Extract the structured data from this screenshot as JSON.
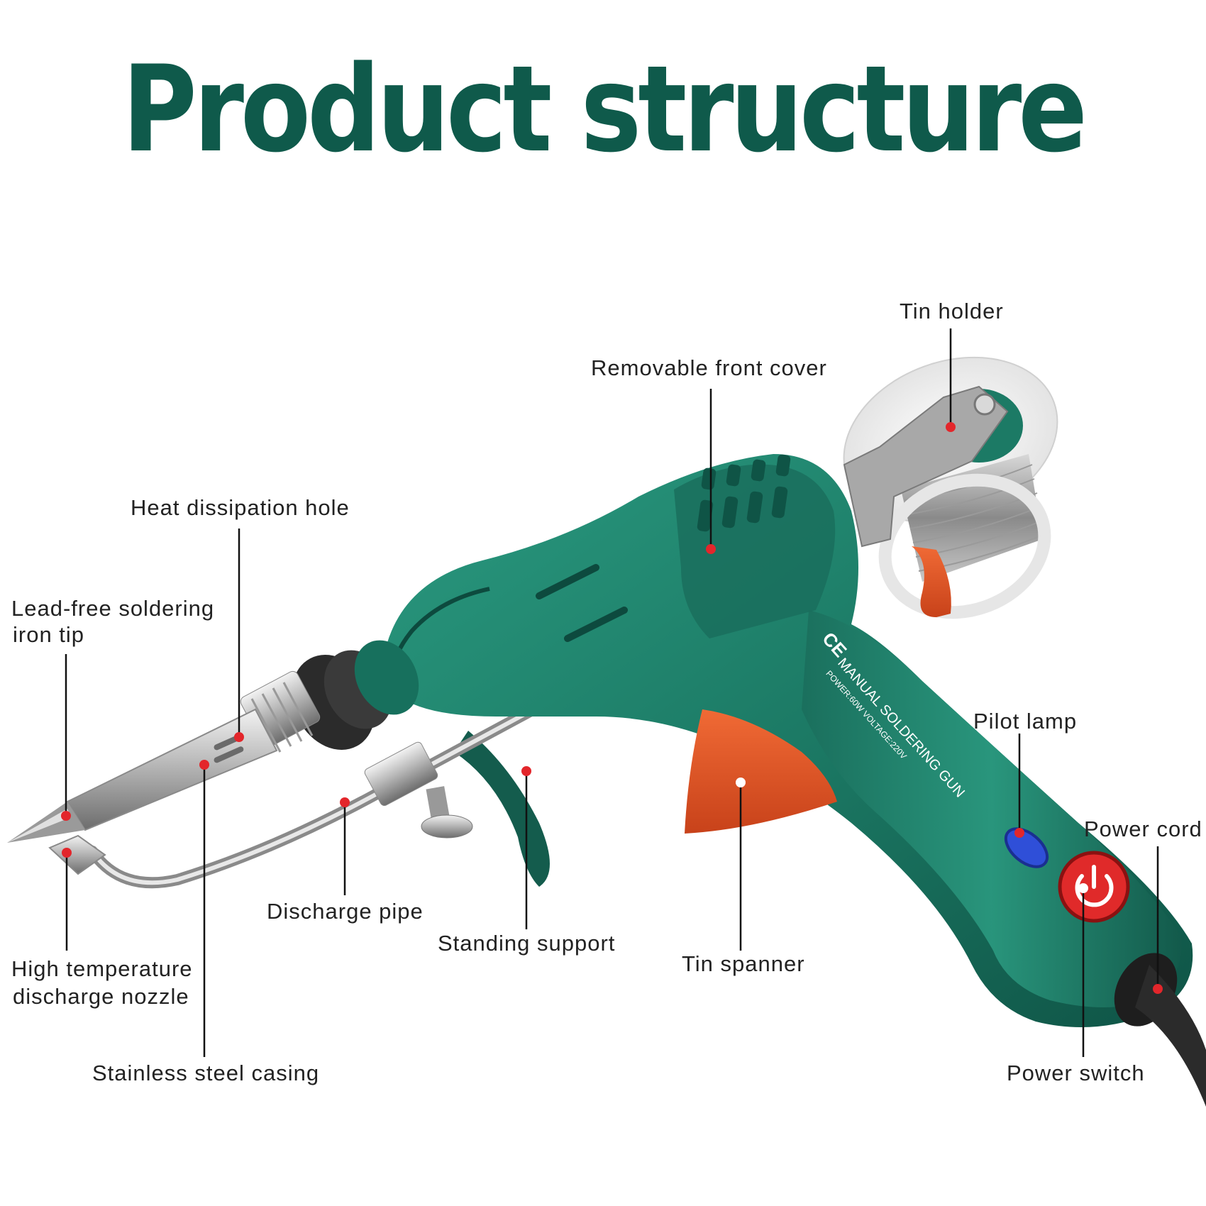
{
  "title": "Product structure",
  "product_marking": {
    "line1": "MANUAL SOLDERING GUN",
    "line2": "POWER:60W VOLTAGE:220V"
  },
  "callouts": {
    "tin_holder": "Tin holder",
    "removable_front_cover": "Removable front cover",
    "heat_dissipation_hole": "Heat dissipation hole",
    "lead_free_tip_line1": "Lead-free soldering",
    "lead_free_tip_line2": "iron tip",
    "pilot_lamp": "Pilot lamp",
    "power_cord": "Power cord",
    "discharge_pipe": "Discharge pipe",
    "standing_support": "Standing support",
    "tin_spanner": "Tin spanner",
    "high_temp_nozzle_line1": "High temperature",
    "high_temp_nozzle_line2": "discharge nozzle",
    "stainless_steel_casing": "Stainless steel casing",
    "power_switch": "Power switch"
  },
  "colors": {
    "title": "#0f5a4b",
    "body_green": "#1f7f6a",
    "body_dark": "#145c4d",
    "trigger_orange": "#e2501f",
    "marker_red": "#e3262b",
    "lamp_blue": "#2f4fd8",
    "switch_red": "#e02a2a"
  }
}
